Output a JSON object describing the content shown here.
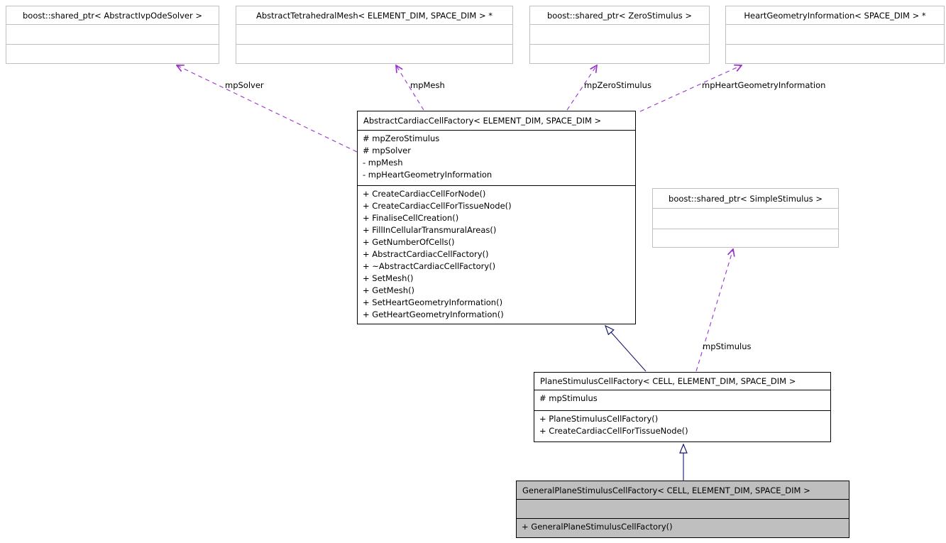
{
  "colors": {
    "background": "#ffffff",
    "usage_edge": "#9a32cd",
    "inheritance_edge": "#191970",
    "external_border": "#c0c0c0",
    "box_border": "#000000",
    "highlight_fill": "#bfbfbf"
  },
  "classes": {
    "ivp_ode_solver": {
      "title": "boost::shared_ptr< AbstractIvpOdeSolver >"
    },
    "tetrahedral_mesh": {
      "title": "AbstractTetrahedralMesh< ELEMENT_DIM, SPACE_DIM > *"
    },
    "zero_stimulus": {
      "title": "boost::shared_ptr< ZeroStimulus >"
    },
    "heart_geometry": {
      "title": "HeartGeometryInformation< SPACE_DIM > *"
    },
    "abstract_cardiac_cell_factory": {
      "title": "AbstractCardiacCellFactory< ELEMENT_DIM, SPACE_DIM >",
      "attributes": [
        "# mpZeroStimulus",
        "# mpSolver",
        "- mpMesh",
        "- mpHeartGeometryInformation"
      ],
      "methods": [
        "+ CreateCardiacCellForNode()",
        "+ CreateCardiacCellForTissueNode()",
        "+ FinaliseCellCreation()",
        "+ FillInCellularTransmuralAreas()",
        "+ GetNumberOfCells()",
        "+ AbstractCardiacCellFactory()",
        "+ ~AbstractCardiacCellFactory()",
        "+ SetMesh()",
        "+ GetMesh()",
        "+ SetHeartGeometryInformation()",
        "+ GetHeartGeometryInformation()"
      ]
    },
    "simple_stimulus": {
      "title": "boost::shared_ptr< SimpleStimulus >"
    },
    "plane_stimulus_cell_factory": {
      "title": "PlaneStimulusCellFactory< CELL, ELEMENT_DIM, SPACE_DIM >",
      "attributes": [
        "# mpStimulus"
      ],
      "methods": [
        "+ PlaneStimulusCellFactory()",
        "+ CreateCardiacCellForTissueNode()"
      ]
    },
    "general_plane_stimulus_cell_factory": {
      "title": "GeneralPlaneStimulusCellFactory< CELL, ELEMENT_DIM, SPACE_DIM >",
      "methods": [
        "+ GeneralPlaneStimulusCellFactory()"
      ]
    }
  },
  "edge_labels": {
    "mp_solver": "mpSolver",
    "mp_mesh": "mpMesh",
    "mp_zero_stimulus": "mpZeroStimulus",
    "mp_heart_geometry_information": "mpHeartGeometryInformation",
    "mp_stimulus": "mpStimulus"
  }
}
